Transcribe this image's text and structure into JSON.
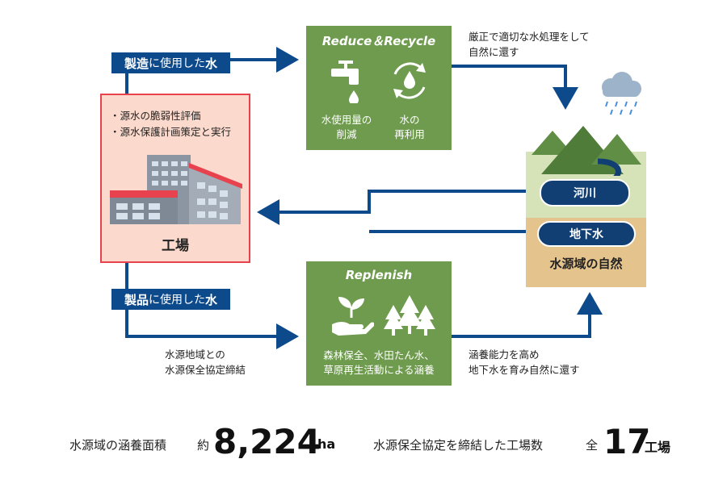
{
  "labels": {
    "manufacturing": {
      "bold": "製造",
      "mid": "に使用した",
      "bold2": "水"
    },
    "product": {
      "bold": "製品",
      "mid": "に使用した",
      "bold2": "水"
    }
  },
  "factory": {
    "bullets": [
      "・源水の脆弱性評価",
      "・源水保護計画策定と実行"
    ],
    "title": "工場"
  },
  "reduce_recycle": {
    "title": "Reduce＆Recycle",
    "caption_left": [
      "水使用量の",
      "削減"
    ],
    "caption_right": [
      "水の",
      "再利用"
    ]
  },
  "replenish": {
    "title": "Replenish",
    "caption": [
      "森林保全、水田たん水、",
      "草原再生活動による涵養"
    ]
  },
  "notes": {
    "top_right": [
      "厳正で適切な水処理をして",
      "自然に還す"
    ],
    "bottom_left": [
      "水源地域との",
      "水源保全協定締結"
    ],
    "bottom_right": [
      "涵養能力を高め",
      "地下水を育み自然に還す"
    ]
  },
  "nature": {
    "river": "河川",
    "groundwater": "地下水",
    "title": "水源域の自然"
  },
  "stats": {
    "area_label": "水源域の涵養面積",
    "area_prefix": "約",
    "area_value": "8,224",
    "area_unit": "ha",
    "factory_label": "水源保全協定を締結した工場数",
    "factory_prefix": "全",
    "factory_value": "17",
    "factory_unit": "工場"
  },
  "colors": {
    "navy": "#0d4a8c",
    "green": "#6e9b4d",
    "factory_fill": "#fbd9cc",
    "factory_border": "#e8424f"
  }
}
